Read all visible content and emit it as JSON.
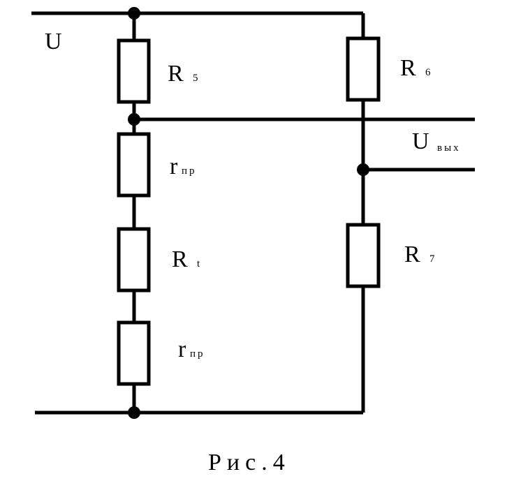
{
  "labels": {
    "u_in": "U",
    "r5": {
      "main": "R",
      "sub": "5"
    },
    "r6": {
      "main": "R",
      "sub": "6"
    },
    "rpr_top": {
      "main": "r",
      "sub": "пр"
    },
    "rt": {
      "main": "R",
      "sub": "t"
    },
    "rpr_bottom": {
      "main": "r",
      "sub": "пр"
    },
    "r7": {
      "main": "R",
      "sub": "7"
    },
    "u_out": {
      "main": "U",
      "sub": "вых"
    }
  },
  "caption": "Рис.4"
}
